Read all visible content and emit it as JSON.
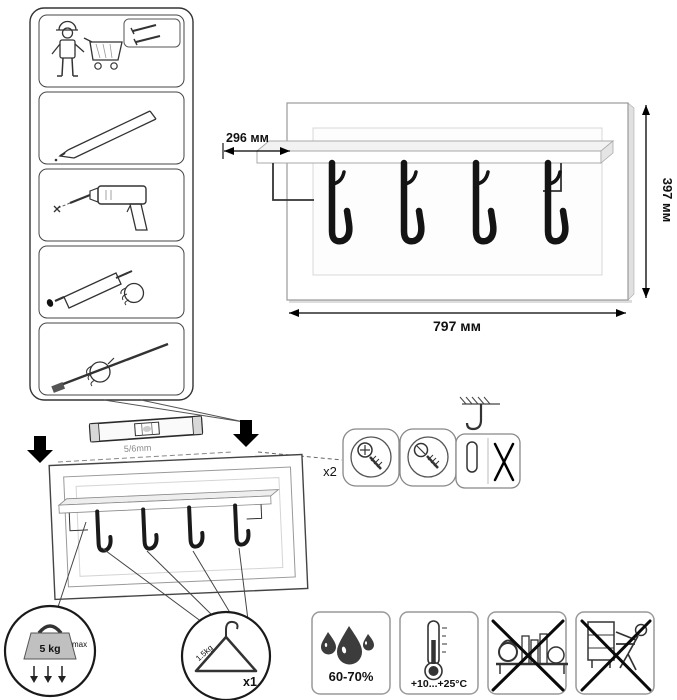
{
  "product": {
    "dims": {
      "depth": "296 мм",
      "height": "397 мм",
      "width": "797 мм"
    }
  },
  "installation": {
    "level_mark": "5/6mm",
    "screws_qty": "x2"
  },
  "limits": {
    "shelf_load": {
      "value": "5 kg",
      "max_label": "max"
    },
    "hook_load": {
      "value": "1.5kg",
      "qty": "x1"
    },
    "humidity": "60-70%",
    "temperature": "+10...+25°C"
  },
  "icons": {
    "steps": [
      "person-with-cart-and-screws",
      "pencil-marking",
      "drill-holes",
      "glue-applicator",
      "hand-fixing"
    ],
    "warnings": [
      "no-overload-shelf",
      "no-pushing-mounted-furniture",
      "keyhole-hanging-only"
    ]
  }
}
